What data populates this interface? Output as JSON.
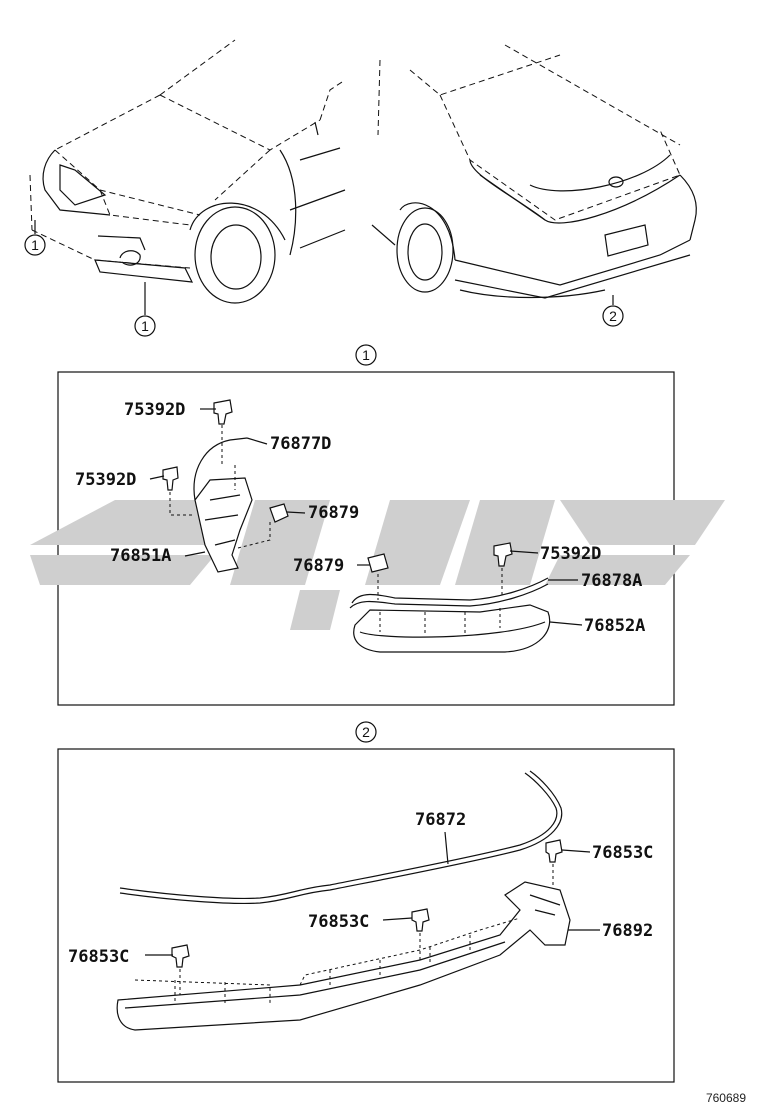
{
  "overview": {
    "front_callout_left": "1",
    "front_callout_bottom": "1",
    "rear_callout": "2"
  },
  "panel1": {
    "heading": "1",
    "labels": {
      "clip_top": "75392D",
      "clip_left": "75392D",
      "clip_right": "75392D",
      "molding_front": "76877D",
      "retainer_a": "76879",
      "retainer_b": "76879",
      "spoiler_side": "76851A",
      "molding_center": "76878A",
      "spoiler_center": "76852A"
    }
  },
  "panel2": {
    "heading": "2",
    "labels": {
      "rear_molding": "76872",
      "clip_right": "76853C",
      "clip_center": "76853C",
      "clip_left": "76853C",
      "rear_spoiler": "76892"
    }
  },
  "diagram_id": "760689",
  "colors": {
    "line": "#111111",
    "watermark": "#cfcfcf"
  }
}
